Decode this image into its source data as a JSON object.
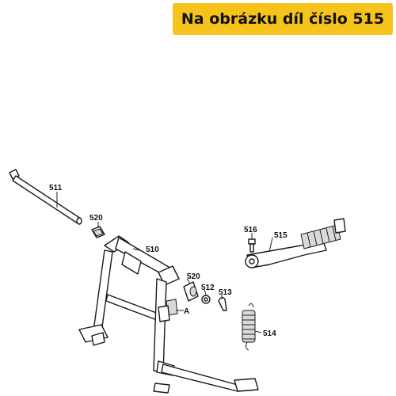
{
  "banner": {
    "text": "Na obrázku díl číslo 515",
    "color": "#f6c21c"
  },
  "labels": {
    "p511": "511",
    "p520a": "520",
    "p510": "510",
    "p520b": "520",
    "p512": "512",
    "p513": "513",
    "pA": "A",
    "p516": "516",
    "p515": "515",
    "p514": "514"
  }
}
